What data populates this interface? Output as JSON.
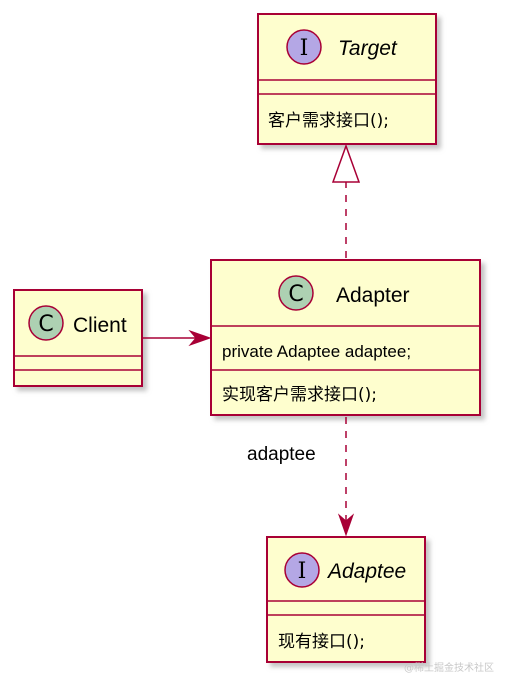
{
  "classes": {
    "target": {
      "stereotype": "I",
      "name": "Target",
      "fields": [],
      "methods": [
        "客户需求接口();"
      ]
    },
    "adapter": {
      "stereotype": "C",
      "name": "Adapter",
      "fields": [
        "private Adaptee adaptee;"
      ],
      "methods": [
        "实现客户需求接口();"
      ]
    },
    "client": {
      "stereotype": "C",
      "name": "Client",
      "fields": [],
      "methods": []
    },
    "adaptee": {
      "stereotype": "I",
      "name": "Adaptee",
      "fields": [],
      "methods": [
        "现有接口();"
      ]
    }
  },
  "relations": {
    "realization": {
      "from": "Adapter",
      "to": "Target"
    },
    "association": {
      "from": "Client",
      "to": "Adapter"
    },
    "dependency": {
      "from": "Adapter",
      "to": "Adaptee",
      "label": "adaptee"
    }
  },
  "watermark": "@稀土掘金技术社区",
  "colors": {
    "box_fill": "#fefece",
    "border": "#a80036",
    "interface_circle": "#b4a7e5",
    "class_circle": "#add1b2",
    "shadow": "#c9c9c9"
  }
}
